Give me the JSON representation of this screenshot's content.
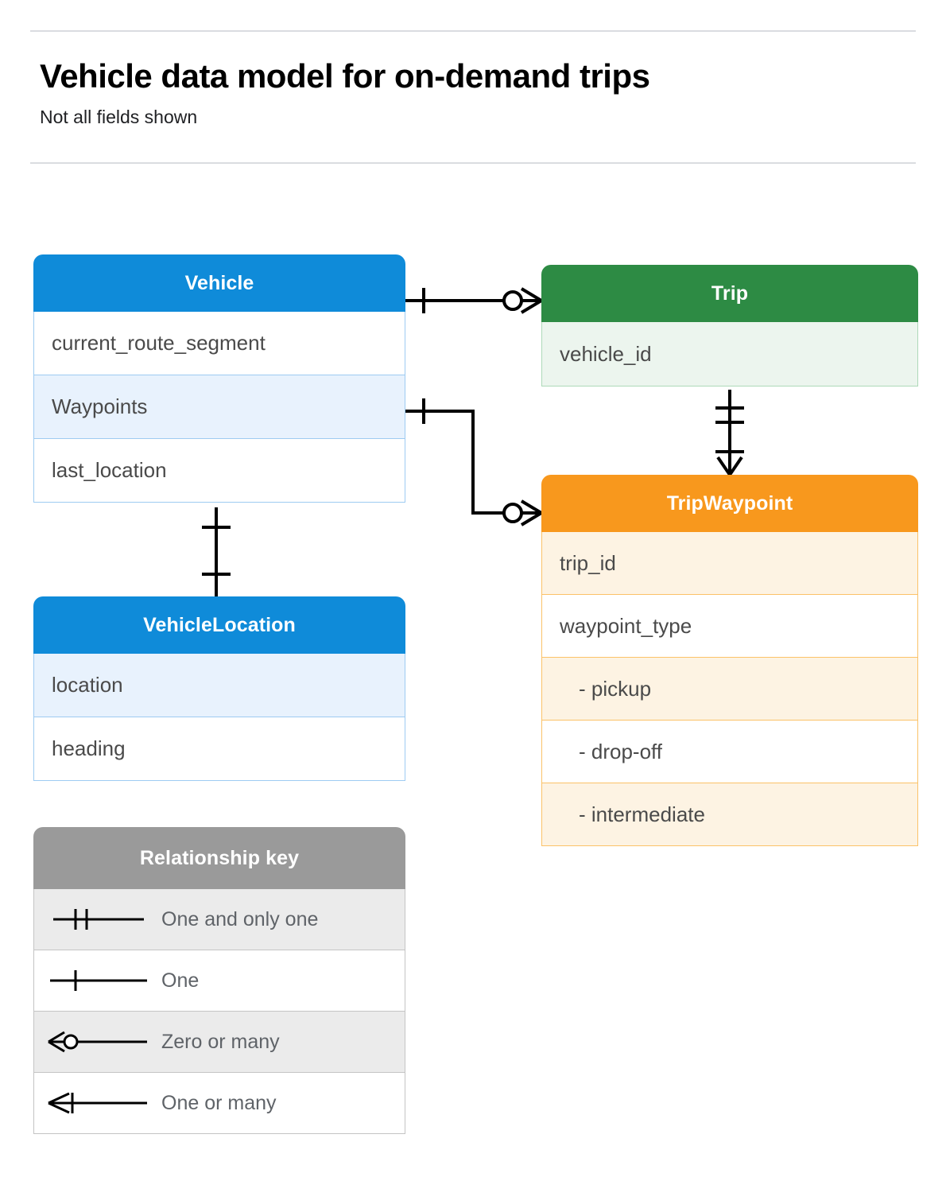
{
  "header": {
    "title": "Vehicle data model for on-demand trips",
    "subtitle": "Not all fields shown"
  },
  "entities": {
    "vehicle": {
      "name": "Vehicle",
      "color": "#0f8bd9",
      "fields": [
        "current_route_segment",
        "Waypoints",
        "last_location"
      ]
    },
    "vehicle_location": {
      "name": "VehicleLocation",
      "color": "#0f8bd9",
      "fields": [
        "location",
        "heading"
      ]
    },
    "trip": {
      "name": "Trip",
      "color": "#2d8b44",
      "fields": [
        "vehicle_id"
      ]
    },
    "trip_waypoint": {
      "name": "TripWaypoint",
      "color": "#f8981d",
      "fields": [
        "trip_id",
        "waypoint_type",
        "-  pickup",
        "-  drop-off",
        "-  intermediate"
      ]
    }
  },
  "legend": {
    "title": "Relationship key",
    "color": "#9a9a9a",
    "items": [
      {
        "symbol": "one-and-only-one",
        "label": "One and only one"
      },
      {
        "symbol": "one",
        "label": "One"
      },
      {
        "symbol": "zero-or-many",
        "label": "Zero or many"
      },
      {
        "symbol": "one-or-many",
        "label": "One or many"
      }
    ]
  },
  "relationships": [
    {
      "from": "Vehicle",
      "to": "Trip",
      "from_cardinality": "One",
      "to_cardinality": "Zero or many"
    },
    {
      "from": "Vehicle.Waypoints",
      "to": "TripWaypoint",
      "from_cardinality": "One",
      "to_cardinality": "Zero or many"
    },
    {
      "from": "Trip",
      "to": "TripWaypoint",
      "from_cardinality": "One and only one",
      "to_cardinality": "One or many"
    },
    {
      "from": "Vehicle",
      "to": "VehicleLocation",
      "from_cardinality": "One",
      "to_cardinality": "One"
    }
  ]
}
